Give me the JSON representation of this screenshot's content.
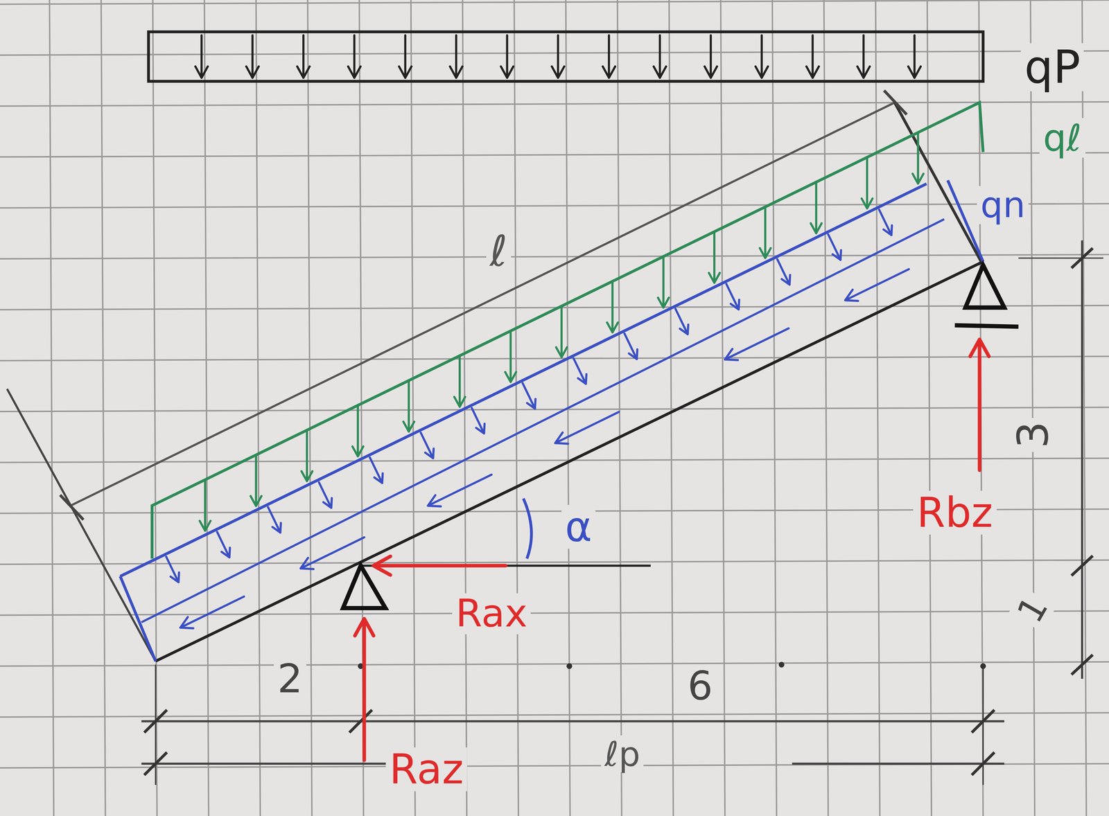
{
  "diagram": {
    "labels": [
      "qP",
      "qℓ",
      "qn",
      "ℓ",
      "α",
      "Rax",
      "Raz",
      "Rbz",
      "2",
      "6",
      "ℓp",
      "3",
      "1"
    ]
  }
}
